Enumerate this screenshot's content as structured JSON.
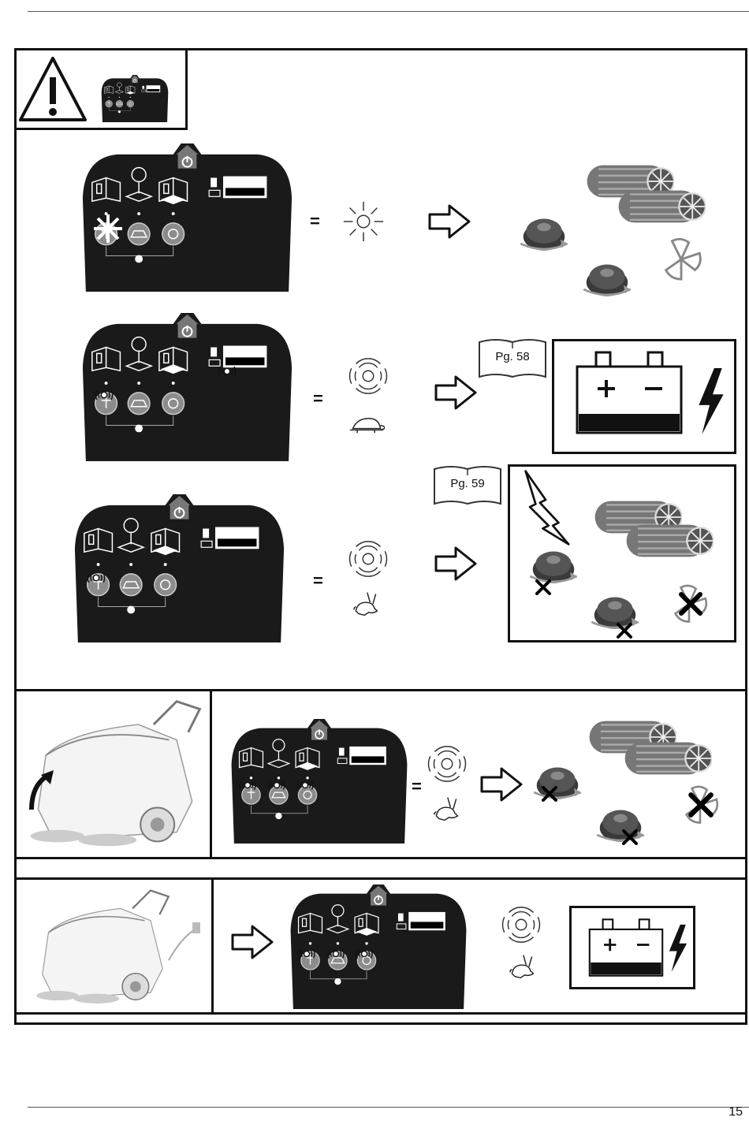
{
  "page_number": "15",
  "symbols": {
    "equals": "=",
    "ref_battery": "Pg. 58",
    "ref_overload": "Pg. 59"
  },
  "icons": [
    "warning-icon",
    "control-panel-icon",
    "power-icon",
    "light-steady-icon",
    "light-blinking-icon",
    "tortoise-icon",
    "hare-icon",
    "arrow-right-icon",
    "battery-icon",
    "lightning-icon",
    "roller-brush-icon",
    "side-brush-icon",
    "fan-icon",
    "sweeper-machine-icon"
  ],
  "colors": {
    "panel": "#1a1a1a",
    "frame": "#111111",
    "button": "#8c8c8c"
  }
}
